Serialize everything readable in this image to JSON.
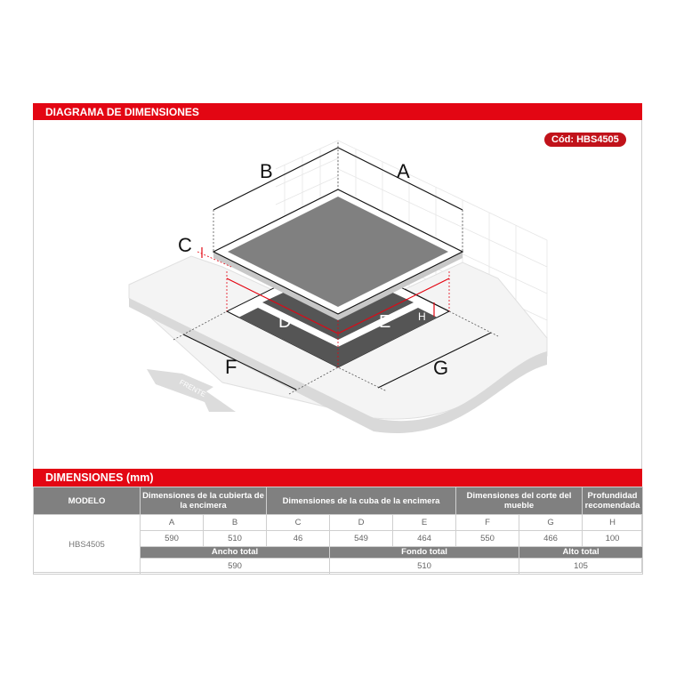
{
  "diagram_section": {
    "title": "DIAGRAMA DE DIMENSIONES",
    "code_badge": "Cód: HBS4505",
    "labels": {
      "A": "A",
      "B": "B",
      "C": "C",
      "D": "D",
      "E": "E",
      "F": "F",
      "G": "G",
      "H": "H"
    },
    "front_arrow_label": "FRENTE",
    "colors": {
      "brand_red": "#e30613",
      "badge_red": "#c1121a",
      "cooktop_gray": "#808080",
      "cutout_dark": "#555555",
      "counter_gray": "#d9d9d9"
    }
  },
  "dimensions_section": {
    "title": "DIMENSIONES (mm)",
    "headers": {
      "model": "MODELO",
      "group1": "Dimensiones de la cubierta de la encimera",
      "group2": "Dimensiones de la cuba de la encimera",
      "group3": "Dimensiones del corte del mueble",
      "group4": "Profundidad recomendada"
    },
    "letters": [
      "A",
      "B",
      "C",
      "D",
      "E",
      "F",
      "G",
      "H"
    ],
    "model": "HBS4505",
    "values": [
      "590",
      "510",
      "46",
      "549",
      "464",
      "550",
      "466",
      "100"
    ],
    "totals": {
      "labels": [
        "Ancho total",
        "Fondo total",
        "Alto total"
      ],
      "values": [
        "590",
        "510",
        "105"
      ]
    }
  }
}
